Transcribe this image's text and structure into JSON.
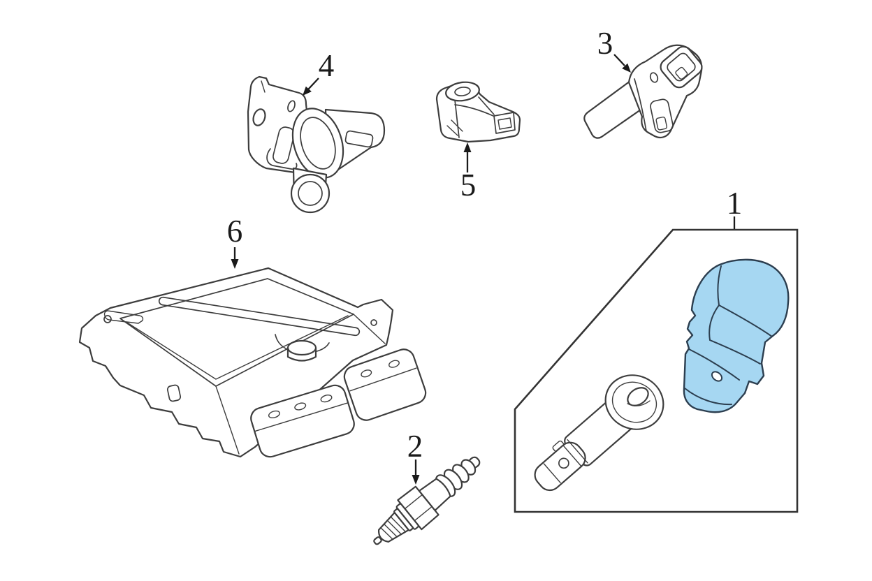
{
  "diagram": {
    "background": "#ffffff",
    "line_color": "#3d3d3d",
    "label_color": "#1a1a1a",
    "highlight_fill": "#a6d7f2",
    "highlight_stroke": "#2c3e4f",
    "callouts": [
      {
        "label": "1",
        "part": "ignition-coil-kit",
        "highlighted": true
      },
      {
        "label": "2",
        "part": "spark-plug",
        "highlighted": false
      },
      {
        "label": "3",
        "part": "crankshaft-position-sensor",
        "highlighted": false
      },
      {
        "label": "4",
        "part": "camshaft-position-sensor",
        "highlighted": false
      },
      {
        "label": "5",
        "part": "knock-sensor",
        "highlighted": false
      },
      {
        "label": "6",
        "part": "engine-control-module",
        "highlighted": false
      }
    ]
  }
}
